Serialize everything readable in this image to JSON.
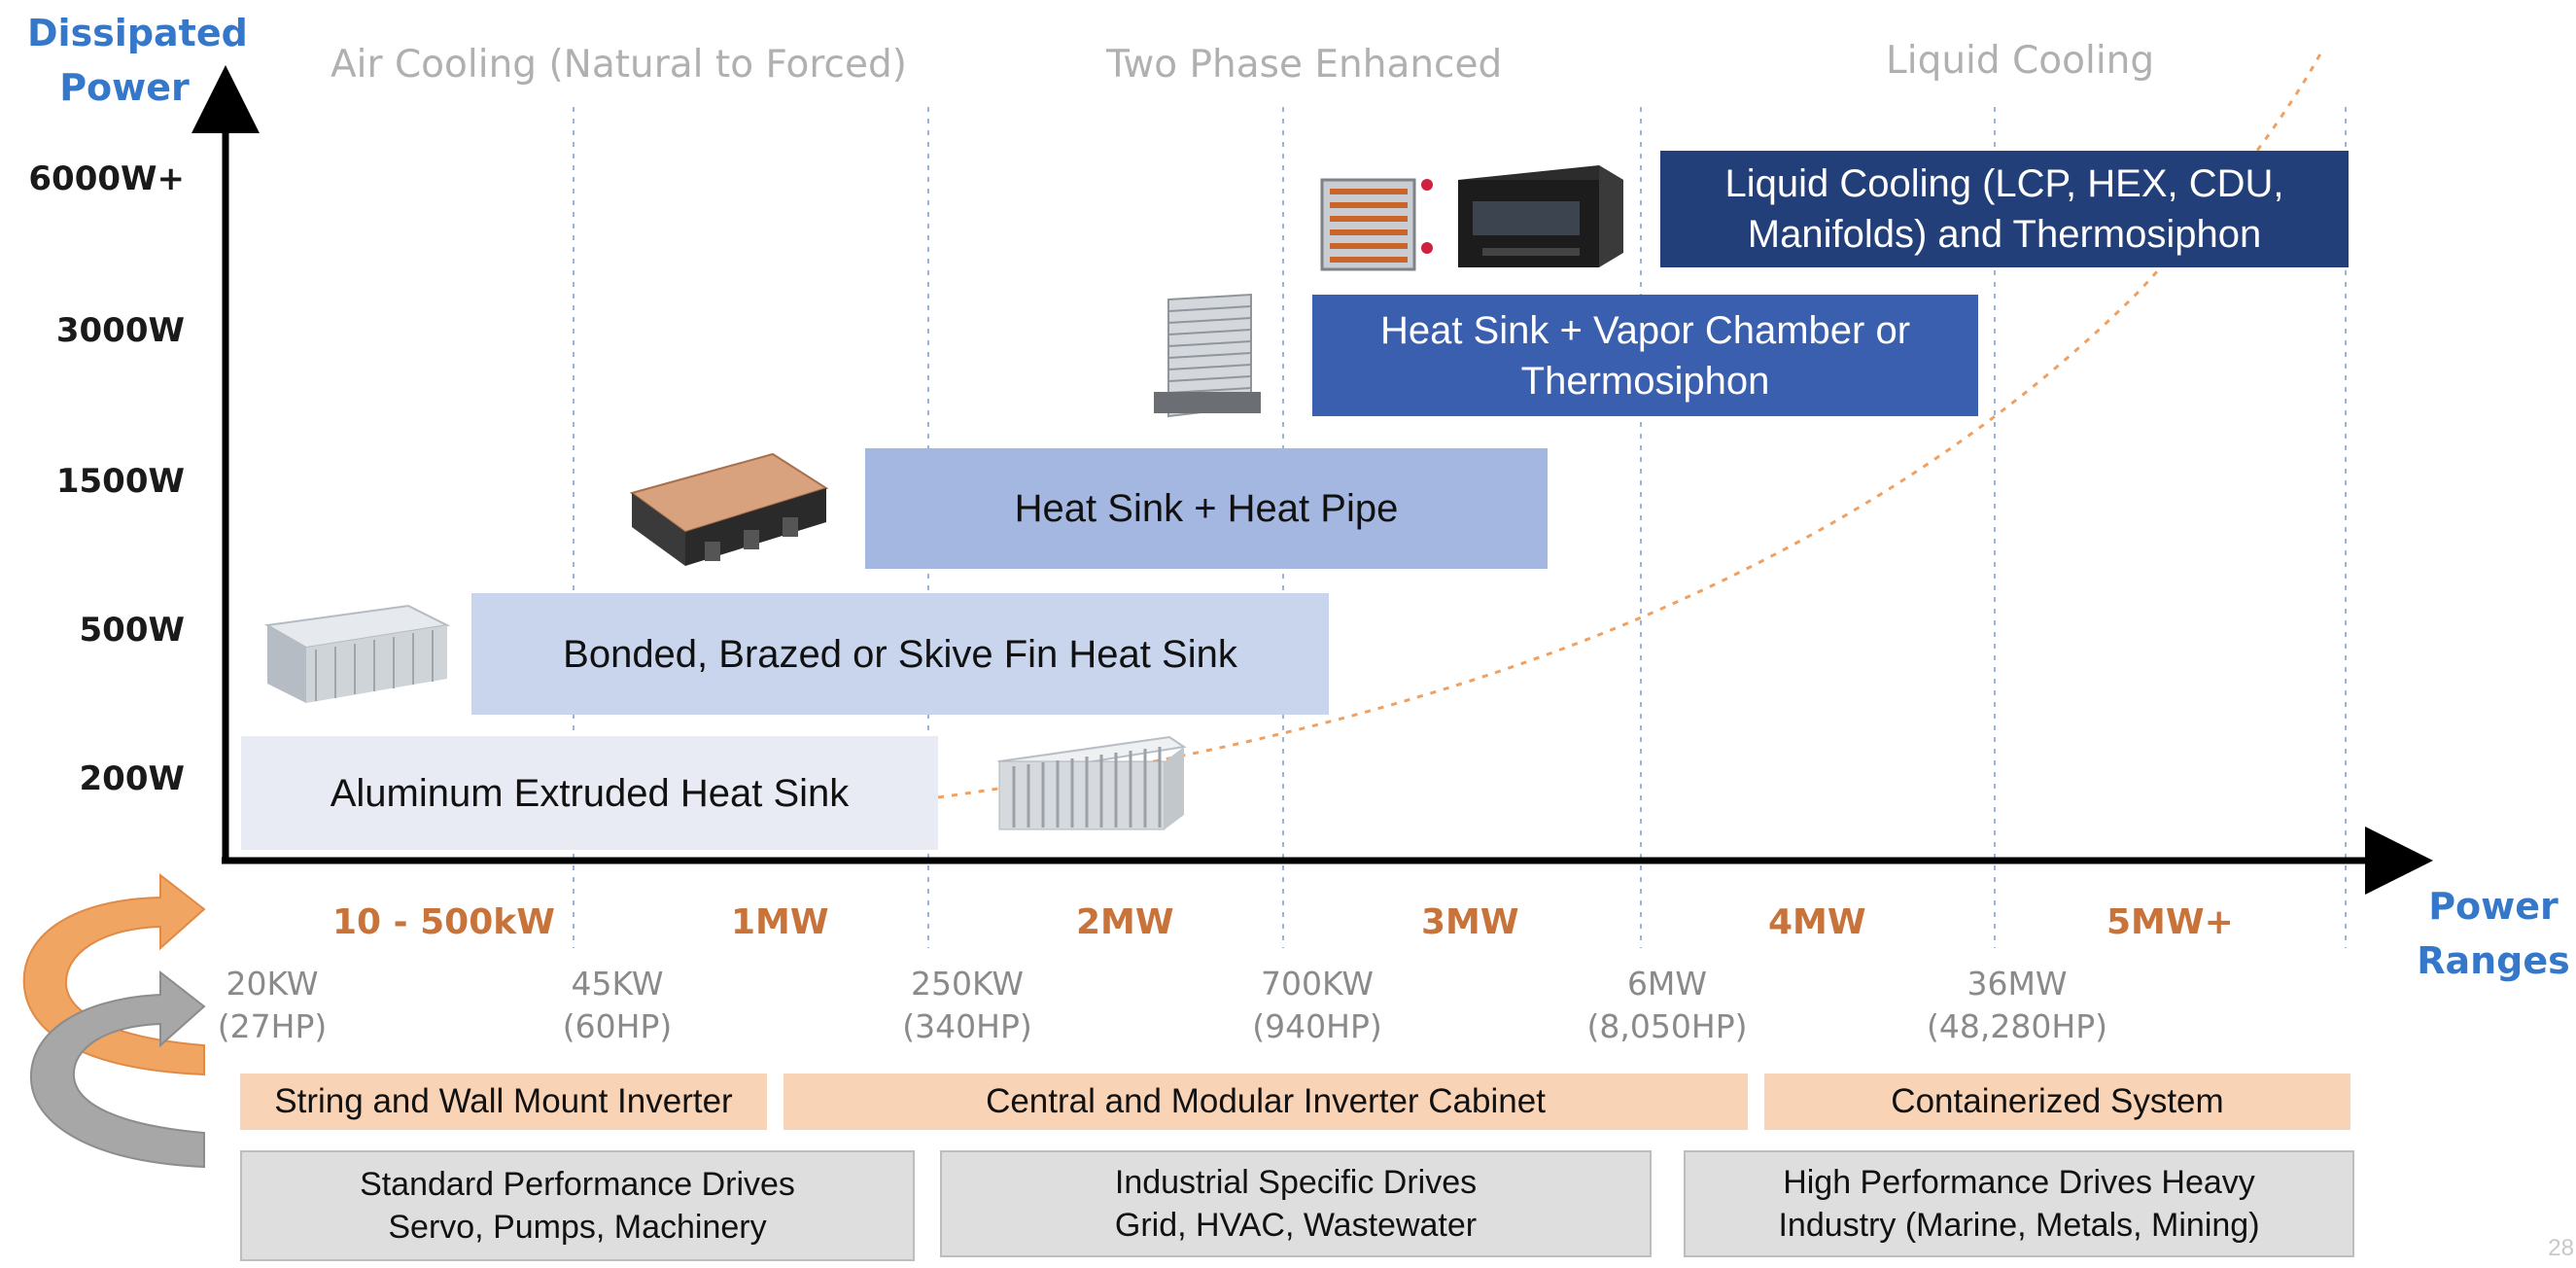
{
  "y_axis": {
    "title_lines": [
      "Dissipated",
      "Power"
    ],
    "ticks": [
      "6000W+",
      "3000W",
      "1500W",
      "500W",
      "200W"
    ]
  },
  "x_axis": {
    "title_lines": [
      "Power",
      "Ranges"
    ]
  },
  "categories": [
    "Air Cooling (Natural to Forced)",
    "Two Phase Enhanced",
    "Liquid Cooling"
  ],
  "bands": [
    {
      "label_lines": [
        "Aluminum Extruded Heat Sink"
      ],
      "color": "#e8ebf4"
    },
    {
      "label_lines": [
        "Bonded, Brazed or Skive Fin Heat Sink"
      ],
      "color": "#c8d5ec"
    },
    {
      "label_lines": [
        "Heat Sink + Heat Pipe"
      ],
      "color": "#a4b7e0"
    },
    {
      "label_lines": [
        "Heat Sink + Vapor Chamber or",
        "Thermosiphon"
      ],
      "color": "#3a5fae"
    },
    {
      "label_lines": [
        "Liquid Cooling (LCP, HEX, CDU,",
        "Manifolds) and Thermosiphon"
      ],
      "color": "#233f79"
    }
  ],
  "power_ranges": [
    "10 - 500kW",
    "1MW",
    "2MW",
    "3MW",
    "4MW",
    "5MW+"
  ],
  "power_ratings": [
    {
      "kw": "20KW",
      "hp": "(27HP)"
    },
    {
      "kw": "45KW",
      "hp": "(60HP)"
    },
    {
      "kw": "250KW",
      "hp": "(340HP)"
    },
    {
      "kw": "700KW",
      "hp": "(940HP)"
    },
    {
      "kw": "6MW",
      "hp": "(8,050HP)"
    },
    {
      "kw": "36MW",
      "hp": "(48,280HP)"
    }
  ],
  "system_tiers": [
    "String and Wall Mount Inverter",
    "Central and Modular Inverter Cabinet",
    "Containerized System"
  ],
  "drive_tiers": [
    {
      "lines": [
        "Standard Performance Drives",
        "Servo, Pumps, Machinery"
      ]
    },
    {
      "lines": [
        "Industrial Specific Drives",
        "Grid, HVAC, Wastewater"
      ]
    },
    {
      "lines": [
        "High Performance Drives Heavy",
        "Industry (Marine, Metals, Mining)"
      ]
    }
  ],
  "page_number": "28",
  "colors": {
    "axis_title": "#3577c8",
    "range_label": "#c8733a",
    "tier_fill": "#f9d3b6",
    "drive_fill": "#dedede",
    "trend_curve": "#f0a060"
  }
}
